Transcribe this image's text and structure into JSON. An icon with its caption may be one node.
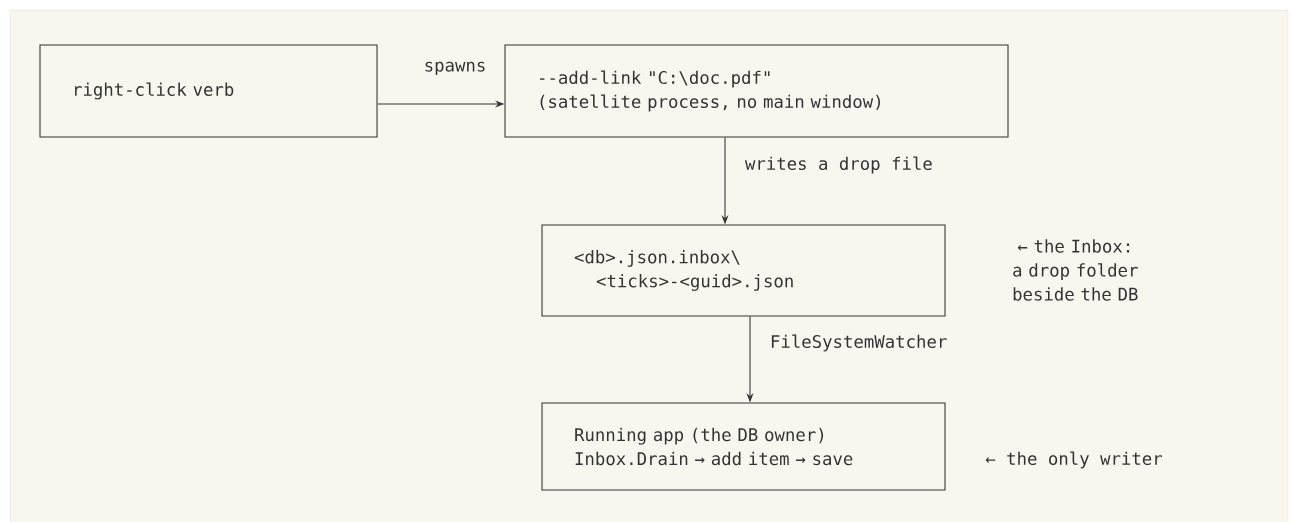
{
  "diagram": {
    "nodes": [
      {
        "text": [
          "right-click verb"
        ]
      },
      {
        "text": [
          "--add-link \"C:\\doc.pdf\"",
          "(satellite process, no main window)"
        ]
      },
      {
        "text": [
          "<db>.json.inbox\\",
          "<ticks>-<guid>.json"
        ],
        "beside": [
          "← the Inbox: a drop folder beside the DB"
        ]
      },
      {
        "text": [
          "Running app (the DB owner)",
          "Inbox.Drain → add item → save"
        ],
        "beside": [
          "← the only writer"
        ]
      }
    ],
    "edges": [
      {
        "from": 0,
        "to": 1,
        "arrow": "to",
        "label": "spawns"
      },
      {
        "from": 1,
        "to": 2,
        "arrow": "to",
        "label": "writes a drop file"
      },
      {
        "from": 2,
        "to": 3,
        "arrow": "to",
        "label": "FileSystemWatcher"
      }
    ]
  }
}
